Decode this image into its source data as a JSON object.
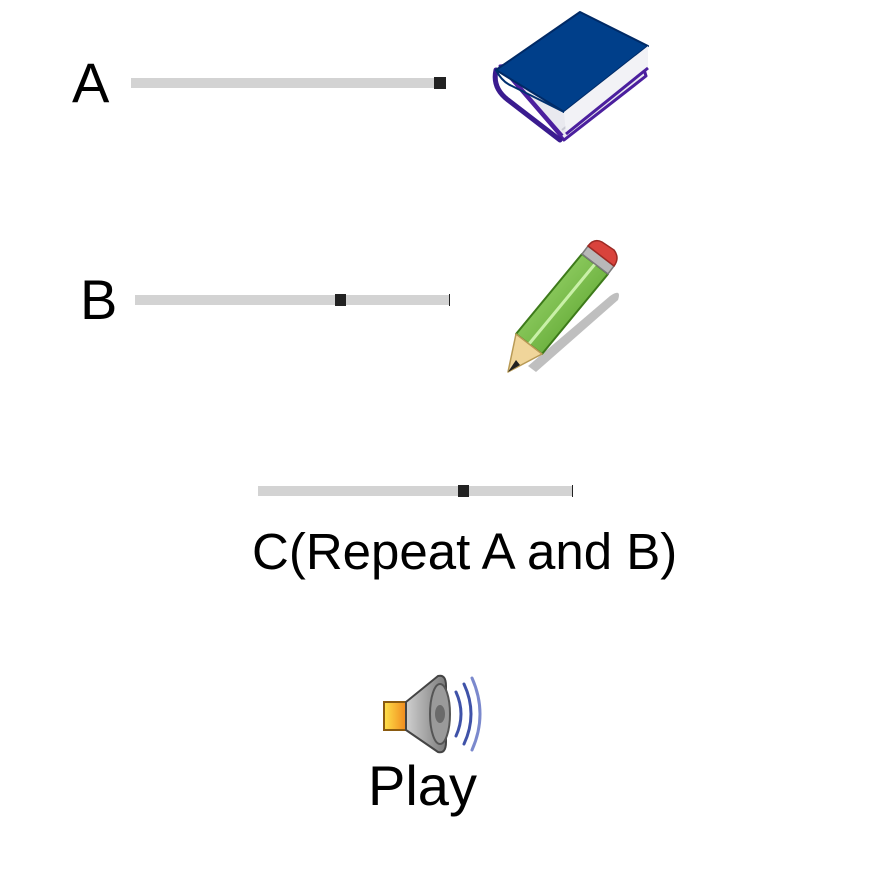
{
  "rows": {
    "a": {
      "label": "A",
      "progress": 1.0,
      "icon": "book-icon"
    },
    "b": {
      "label": "B",
      "progress": 0.66,
      "icon": "pencil-icon"
    },
    "c": {
      "label": "C(Repeat A and B)",
      "progress": 0.66
    }
  },
  "play": {
    "label": "Play",
    "icon": "speaker-icon"
  },
  "colors": {
    "track": "#d3d3d3",
    "thumb": "#222222",
    "book_cover": "#003f8a",
    "pencil_body": "#7cc740"
  }
}
